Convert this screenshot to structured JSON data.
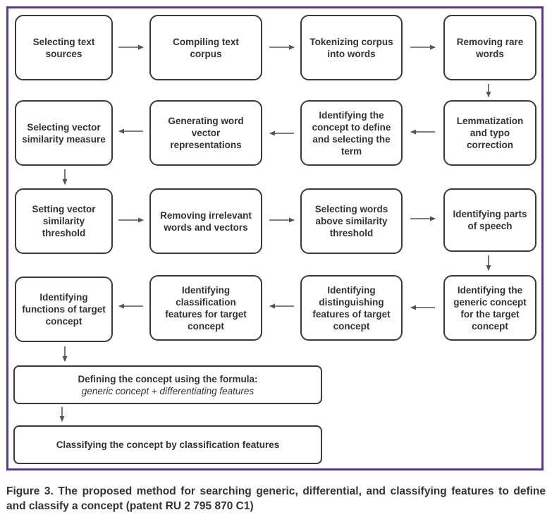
{
  "rows": [
    [
      "Selecting text sources",
      "Compiling text corpus",
      "Tokenizing corpus into words",
      "Removing rare words"
    ],
    [
      "Selecting vector similarity measure",
      "Generating word vector representations",
      "Identifying the concept to define and selecting the term",
      "Lemmatization and typo correction"
    ],
    [
      "Setting vector similarity threshold",
      "Removing irrelevant words and vectors",
      "Selecting words above similarity threshold",
      "Identifying parts of speech"
    ],
    [
      "Identifying functions of target concept",
      "Identifying classification features for target concept",
      "Identifying distinguishing features of target concept",
      "Identifying the generic concept for the target concept"
    ]
  ],
  "formula_box": {
    "title": "Defining the concept using the formula:",
    "formula": "generic concept + differentiating features"
  },
  "final_box": "Classifying the concept by classification features",
  "caption": "Figure 3. The proposed method for searching generic, differential, and classifying features to define and classify a concept (patent RU 2 795 870 C1)",
  "colors": {
    "frame": "#5b3a86",
    "box_border": "#3a3a3a",
    "arrow": "#555555"
  }
}
